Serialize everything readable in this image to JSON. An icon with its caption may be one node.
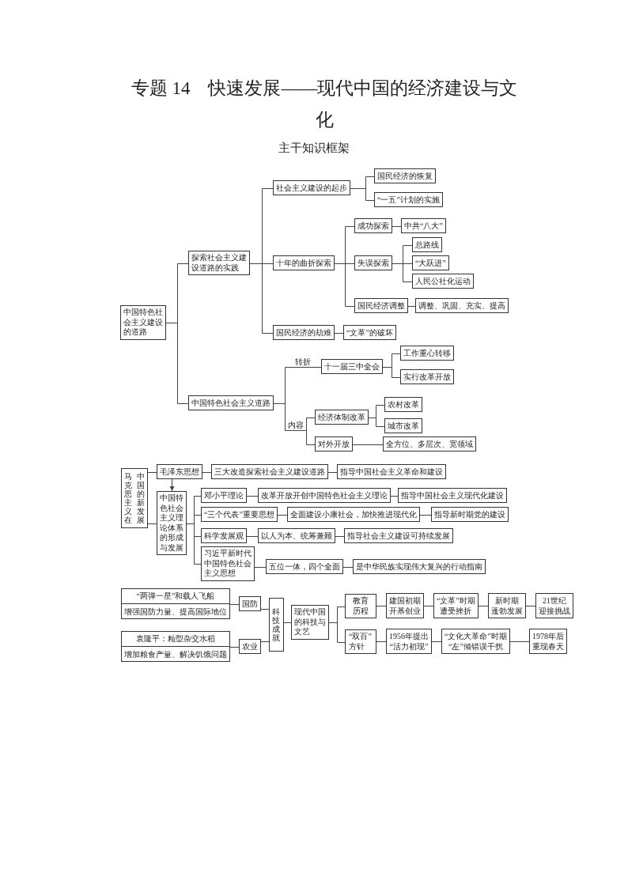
{
  "diagram": {
    "title": "专题 14　快速发展——现代中国的经济建设与文化",
    "nodes": [
      {
        "text": [
          "中国特色社会主义建设的道路"
        ]
      },
      {
        "text": [
          "探索社会主义建设道路的实践"
        ]
      },
      {
        "text": [
          "社会主义建设的起步"
        ]
      },
      {
        "text": [
          "国民经济的恢复"
        ]
      },
      {
        "text": [
          "“一五”计划的实施"
        ]
      },
      {
        "text": [
          "十年的曲折探索"
        ]
      },
      {
        "text": [
          "成功探索"
        ]
      },
      {
        "text": [
          "中共“八大”"
        ]
      },
      {
        "text": [
          "失误探索"
        ]
      },
      {
        "text": [
          "总路线"
        ]
      },
      {
        "text": [
          "“大跃进”"
        ]
      },
      {
        "text": [
          "人民公社化运动"
        ]
      },
      {
        "text": [
          "国民经济调整"
        ]
      },
      {
        "text": [
          "调整、巩固、充实、提高"
        ]
      },
      {
        "text": [
          "国民经济的劫难"
        ]
      },
      {
        "text": [
          "“文革”的破坏"
        ]
      },
      {
        "text": [
          "中国特色社会主义道路"
        ]
      },
      {
        "text": [
          "十一届三中全会"
        ]
      },
      {
        "text": [
          "工作重心转移"
        ]
      },
      {
        "text": [
          "实行改革开放"
        ]
      },
      {
        "text": [
          "经济体制改革"
        ]
      },
      {
        "text": [
          "农村改革"
        ]
      },
      {
        "text": [
          "城市改革"
        ]
      },
      {
        "text": [
          "对外开放"
        ]
      },
      {
        "text": [
          "全方位、多层次、宽领域"
        ]
      },
      {
        "text": [
          "马克思主义在中国的新发展"
        ]
      },
      {
        "text": [
          "毛泽东思想"
        ]
      },
      {
        "text": [
          "三大改造探索社会主义建设道路"
        ]
      },
      {
        "text": [
          "指导中国社会主义革命和建设"
        ]
      },
      {
        "text": [
          "中国特色社会主义理论体系的形成与发展"
        ]
      },
      {
        "text": [
          "邓小平理论"
        ]
      },
      {
        "text": [
          "改革开放开创中国特色社会主义理论"
        ]
      },
      {
        "text": [
          "指导中国社会主义现代化建设"
        ]
      },
      {
        "text": [
          "“三个代表”重要思想"
        ]
      },
      {
        "text": [
          "全面建设小康社会，加快推进现代化"
        ]
      },
      {
        "text": [
          "指导新时期党的建设"
        ]
      },
      {
        "text": [
          "科学发展观"
        ]
      },
      {
        "text": [
          "以人为本、统筹兼顾"
        ]
      },
      {
        "text": [
          "指导社会主义建设可持续发展"
        ]
      },
      {
        "text": [
          "习近平新时代中国特色社会主义思想"
        ]
      },
      {
        "text": [
          "五位一体，四个全面"
        ]
      },
      {
        "text": [
          "是中华民族实现伟大复兴的行动指南"
        ]
      },
      {
        "text": [
          "“两弹一星”和载人飞船",
          "增强国防力量、提高国际地位"
        ]
      },
      {
        "text": [
          "国防"
        ]
      },
      {
        "text": [
          "袁隆平：籼型杂交水稻",
          "增加粮食产量、解决饥饿问题"
        ]
      },
      {
        "text": [
          "农业"
        ]
      },
      {
        "text": [
          "科技成就"
        ]
      },
      {
        "text": [
          "现代中国的科技与文艺"
        ]
      },
      {
        "text": [
          "教育历程"
        ]
      },
      {
        "text": [
          "建国初期",
          "开基创业"
        ]
      },
      {
        "text": [
          "“文革”时期",
          "遭受挫折"
        ]
      },
      {
        "text": [
          "新时期",
          "蓬勃发展"
        ]
      },
      {
        "text": [
          "21世纪",
          "迎接挑战"
        ]
      },
      {
        "text": [
          "“双百”方针"
        ]
      },
      {
        "text": [
          "1956年提出",
          "“活力初现”"
        ]
      },
      {
        "text": [
          "“文化大革命”时期",
          "“左”倾错误干扰"
        ]
      },
      {
        "text": [
          "1978年后",
          "重现春天"
        ]
      }
    ],
    "edges": [
      {
        "from": 0,
        "to": 1,
        "arrow": "none"
      },
      {
        "from": 0,
        "to": 16,
        "arrow": "none"
      },
      {
        "from": 1,
        "to": 2,
        "arrow": "none"
      },
      {
        "from": 1,
        "to": 5,
        "arrow": "none"
      },
      {
        "from": 1,
        "to": 14,
        "arrow": "none"
      },
      {
        "from": 2,
        "to": 3,
        "arrow": "none"
      },
      {
        "from": 2,
        "to": 4,
        "arrow": "none"
      },
      {
        "from": 5,
        "to": 6,
        "arrow": "none"
      },
      {
        "from": 5,
        "to": 8,
        "arrow": "none"
      },
      {
        "from": 5,
        "to": 12,
        "arrow": "none"
      },
      {
        "from": 6,
        "to": 7,
        "arrow": "none"
      },
      {
        "from": 8,
        "to": 9,
        "arrow": "none"
      },
      {
        "from": 8,
        "to": 10,
        "arrow": "none"
      },
      {
        "from": 8,
        "to": 11,
        "arrow": "none"
      },
      {
        "from": 12,
        "to": 13,
        "arrow": "none"
      },
      {
        "from": 14,
        "to": 15,
        "arrow": "none"
      },
      {
        "from": 16,
        "to": 17,
        "arrow": "none",
        "label": "转折"
      },
      {
        "from": 16,
        "to": 20,
        "arrow": "none",
        "label": "内容"
      },
      {
        "from": 16,
        "to": 23,
        "arrow": "none"
      },
      {
        "from": 17,
        "to": 18,
        "arrow": "none"
      },
      {
        "from": 17,
        "to": 19,
        "arrow": "none"
      },
      {
        "from": 20,
        "to": 21,
        "arrow": "none"
      },
      {
        "from": 20,
        "to": 22,
        "arrow": "none"
      },
      {
        "from": 23,
        "to": 24,
        "arrow": "none"
      },
      {
        "from": 25,
        "to": 26,
        "arrow": "none"
      },
      {
        "from": 25,
        "to": 29,
        "arrow": "none"
      },
      {
        "from": 26,
        "to": 27,
        "arrow": "none"
      },
      {
        "from": 27,
        "to": 28,
        "arrow": "none"
      },
      {
        "from": 26,
        "to": 29,
        "arrow": "to"
      },
      {
        "from": 29,
        "to": 30,
        "arrow": "none"
      },
      {
        "from": 29,
        "to": 33,
        "arrow": "none"
      },
      {
        "from": 29,
        "to": 36,
        "arrow": "none"
      },
      {
        "from": 29,
        "to": 39,
        "arrow": "none"
      },
      {
        "from": 30,
        "to": 31,
        "arrow": "none"
      },
      {
        "from": 31,
        "to": 32,
        "arrow": "none"
      },
      {
        "from": 33,
        "to": 34,
        "arrow": "none"
      },
      {
        "from": 34,
        "to": 35,
        "arrow": "none"
      },
      {
        "from": 36,
        "to": 37,
        "arrow": "none"
      },
      {
        "from": 37,
        "to": 38,
        "arrow": "none"
      },
      {
        "from": 39,
        "to": 40,
        "arrow": "none"
      },
      {
        "from": 40,
        "to": 41,
        "arrow": "none"
      },
      {
        "from": 42,
        "to": 43,
        "arrow": "none"
      },
      {
        "from": 43,
        "to": 46,
        "arrow": "none"
      },
      {
        "from": 44,
        "to": 45,
        "arrow": "none"
      },
      {
        "from": 45,
        "to": 46,
        "arrow": "none"
      },
      {
        "from": 46,
        "to": 47,
        "arrow": "none"
      },
      {
        "from": 47,
        "to": 48,
        "arrow": "none"
      },
      {
        "from": 47,
        "to": 53,
        "arrow": "none"
      },
      {
        "from": 48,
        "to": 49,
        "arrow": "none"
      },
      {
        "from": 49,
        "to": 50,
        "arrow": "none"
      },
      {
        "from": 50,
        "to": 51,
        "arrow": "none"
      },
      {
        "from": 51,
        "to": 52,
        "arrow": "none"
      },
      {
        "from": 53,
        "to": 54,
        "arrow": "none"
      },
      {
        "from": 54,
        "to": 55,
        "arrow": "none"
      },
      {
        "from": 55,
        "to": 56,
        "arrow": "none"
      }
    ],
    "labels": [
      "主干知识框架"
    ]
  }
}
